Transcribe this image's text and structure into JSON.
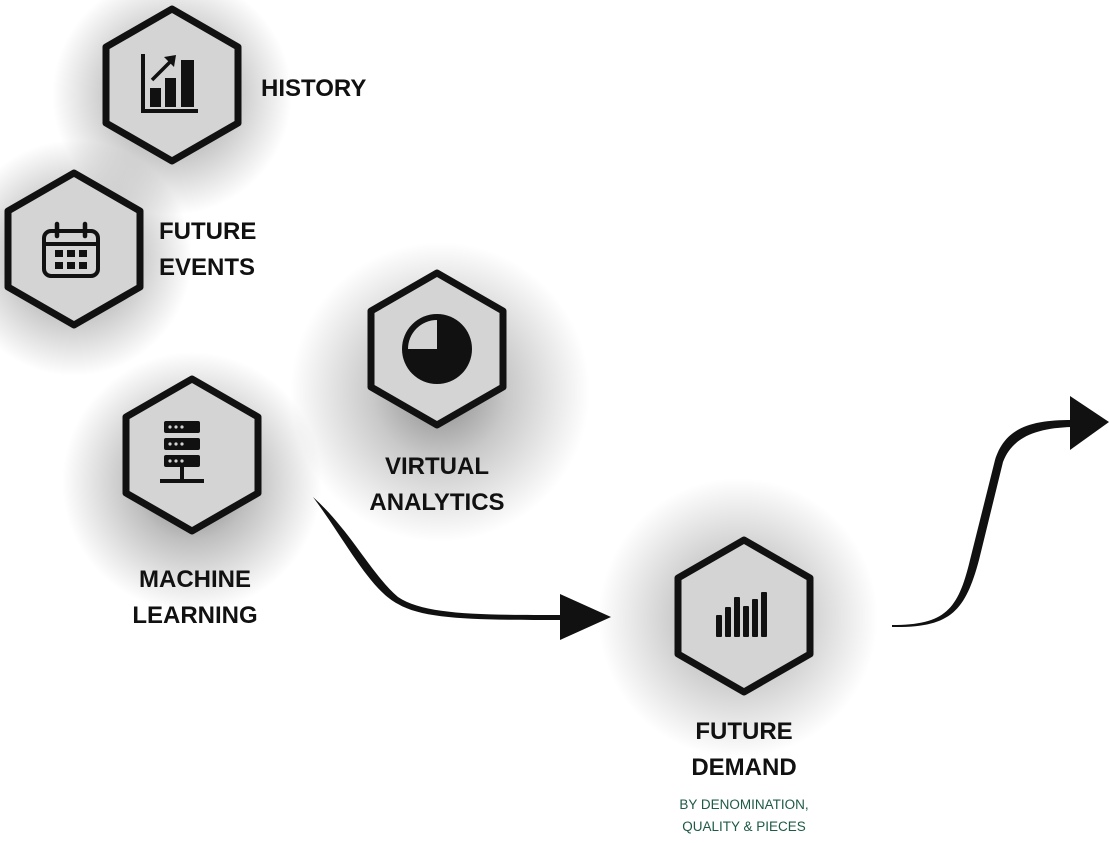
{
  "colors": {
    "hex_fill": "#d4d4d4",
    "hex_stroke": "#111111",
    "icon": "#111111",
    "arrow": "#111111",
    "label": "#111111",
    "subtitle": "#1e5a45"
  },
  "nodes": {
    "history": {
      "label": "HISTORY",
      "icon": "growth-chart-icon"
    },
    "future_events": {
      "label_line1": "FUTURE",
      "label_line2": "EVENTS",
      "icon": "calendar-icon"
    },
    "virtual_analytics": {
      "label_line1": "VIRTUAL",
      "label_line2": "ANALYTICS",
      "icon": "pie-chart-icon"
    },
    "machine_learning": {
      "label_line1": "MACHINE",
      "label_line2": "LEARNING",
      "icon": "server-network-icon"
    },
    "future_demand": {
      "label_line1": "FUTURE",
      "label_line2": "DEMAND",
      "subtitle_line1": "BY DENOMINATION,",
      "subtitle_line2": "QUALITY & PIECES",
      "icon": "bar-chart-icon"
    }
  },
  "arrows": [
    {
      "from": "machine_learning",
      "to": "future_demand",
      "icon": "arrow-icon"
    },
    {
      "from": "future_demand",
      "to": "offscreen",
      "icon": "arrow-icon"
    }
  ]
}
